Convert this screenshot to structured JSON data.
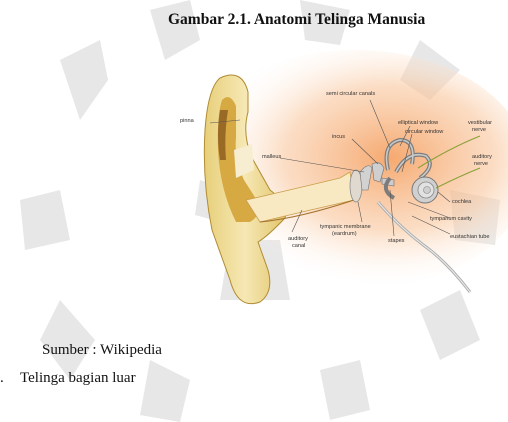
{
  "document": {
    "caption": "Gambar 2.1. Anatomi Telinga Manusia",
    "source_text": "Sumber : Wikipedia",
    "section_number": ".",
    "section_text": "Telinga bagian luar"
  },
  "figure": {
    "labels": {
      "pinna": "pinna",
      "semi_circular_canals": "semi circular canals",
      "incus": "incus",
      "elliptical_window": "elliptical window",
      "circular_window": "circular window",
      "vestibular_nerve_1": "vestibular",
      "vestibular_nerve_2": "nerve",
      "malleus": "malleus",
      "auditory_nerve_1": "auditory",
      "auditory_nerve_2": "nerve",
      "cochlea": "cochlea",
      "tympanum_cavity": "tympanum cavity",
      "tympanic_membrane_1": "tympanic membrane",
      "tympanic_membrane_2": "(eardrum)",
      "stapes": "stapes",
      "eustachian_tube": "eustachian tube",
      "auditory_canal_1": "auditory",
      "auditory_canal_2": "canal"
    }
  },
  "colors": {
    "watermark": "#e6e6e6",
    "glow": "#f7b27a",
    "ear_outer": "#f2e2a6",
    "ear_inner": "#d8b24a",
    "ear_dark": "#8a5a1e"
  }
}
